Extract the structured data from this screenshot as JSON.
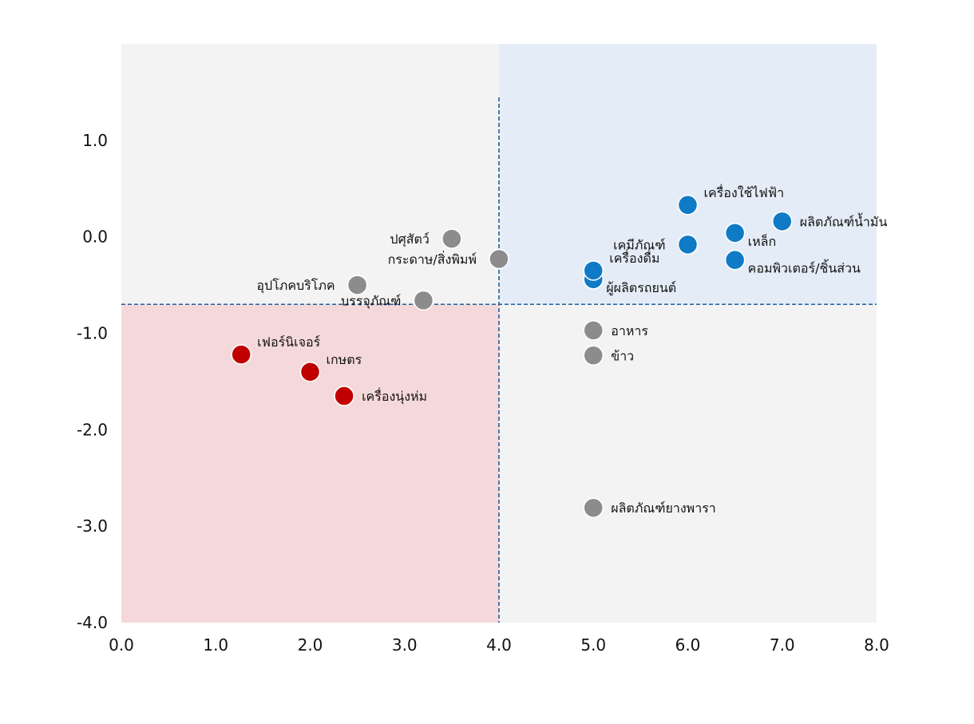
{
  "chart_data": {
    "type": "scatter",
    "title": "",
    "xlabel": "",
    "ylabel": "",
    "xlim": [
      0,
      8
    ],
    "ylim": [
      -4,
      2
    ],
    "x_ticks": [
      0,
      1,
      2,
      3,
      4,
      5,
      6,
      7,
      8
    ],
    "y_ticks": [
      -4,
      -3,
      -2,
      -1,
      0,
      1
    ],
    "tick_format": "0.0",
    "grid": false,
    "legend": "none",
    "threshold_x": 4,
    "threshold_y": -0.7,
    "colors": {
      "red": "#c00000",
      "gray": "#8c8c8c",
      "blue": "#0f7ac6",
      "threshold_line": "#1f5f9e",
      "panel_gray": "#f3f3f3",
      "panel_blue": "#e4edf7",
      "panel_red": "#f5d9da"
    },
    "points": [
      {
        "label": "เฟอร์นิเจอร์",
        "x": 1.27,
        "y": -1.22,
        "group": "red",
        "label_pos": "upper-right"
      },
      {
        "label": "เกษตร",
        "x": 2.0,
        "y": -1.4,
        "group": "red",
        "label_pos": "upper-right"
      },
      {
        "label": "เครื่องนุ่งห่ม",
        "x": 2.36,
        "y": -1.65,
        "group": "red",
        "label_pos": "right"
      },
      {
        "label": "อุปโภคบริโภค",
        "x": 2.5,
        "y": -0.5,
        "group": "gray",
        "label_pos": "left"
      },
      {
        "label": "บรรจุภัณฑ์",
        "x": 3.2,
        "y": -0.66,
        "group": "gray",
        "label_pos": "left"
      },
      {
        "label": "ปศุสัตว์",
        "x": 3.5,
        "y": -0.02,
        "group": "gray",
        "label_pos": "left"
      },
      {
        "label": "กระดาษ/สิ่งพิมพ์",
        "x": 4.0,
        "y": -0.23,
        "group": "gray",
        "label_pos": "left"
      },
      {
        "label": "อาหาร",
        "x": 5.0,
        "y": -0.97,
        "group": "gray",
        "label_pos": "right"
      },
      {
        "label": "ข้าว",
        "x": 5.0,
        "y": -1.23,
        "group": "gray",
        "label_pos": "right"
      },
      {
        "label": "ผลิตภัณฑ์ยางพารา",
        "x": 5.0,
        "y": -2.81,
        "group": "gray",
        "label_pos": "right"
      },
      {
        "label": "ผู้ผลิตรถยนต์",
        "x": 5.0,
        "y": -0.44,
        "group": "blue",
        "label_pos": "lower-right"
      },
      {
        "label": "เครื่องดื่ม",
        "x": 5.0,
        "y": -0.35,
        "group": "blue",
        "label_pos": "upper-right"
      },
      {
        "label": "เคมีภัณฑ์",
        "x": 6.0,
        "y": -0.08,
        "group": "blue",
        "label_pos": "left"
      },
      {
        "label": "เครื่องใช้ไฟฟ้า",
        "x": 6.0,
        "y": 0.33,
        "group": "blue",
        "label_pos": "upper-right"
      },
      {
        "label": "เหล็ก",
        "x": 6.5,
        "y": 0.04,
        "group": "blue",
        "label_pos": "lower-right"
      },
      {
        "label": "คอมพิวเตอร์/ชิ้นส่วน",
        "x": 6.5,
        "y": -0.24,
        "group": "blue",
        "label_pos": "lower-right"
      },
      {
        "label": "ผลิตภัณฑ์น้ำมัน",
        "x": 7.0,
        "y": 0.16,
        "group": "blue",
        "label_pos": "right"
      }
    ]
  }
}
